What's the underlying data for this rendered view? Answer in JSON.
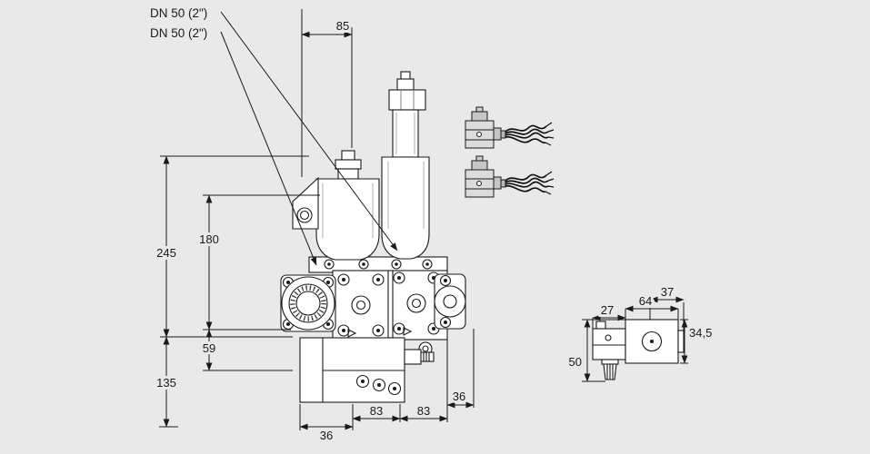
{
  "page": {
    "background_color": "#e9e9e9",
    "line_color": "#1a1a1a",
    "description": "Technical dimensional drawing of a double solenoid valve with cable connectors and solenoid side view"
  },
  "drawing": {
    "title_labels": {
      "dn_line1": "DN 50 (2\")",
      "dn_line2": "DN 50 (2\")"
    },
    "dimensions": {
      "top_width": "85",
      "left_total_height": "245",
      "left_actuator_height": "180",
      "left_body_height": "59",
      "left_lower_height": "135",
      "bottom_left_offset": "36",
      "bottom_span_left": "83",
      "bottom_span_right": "83",
      "bottom_right_offset": "36"
    },
    "side_view_dimensions": {
      "connector_width": "27",
      "body_width": "64",
      "top_right_width": "37",
      "body_height": "34,5",
      "total_height": "50"
    }
  }
}
